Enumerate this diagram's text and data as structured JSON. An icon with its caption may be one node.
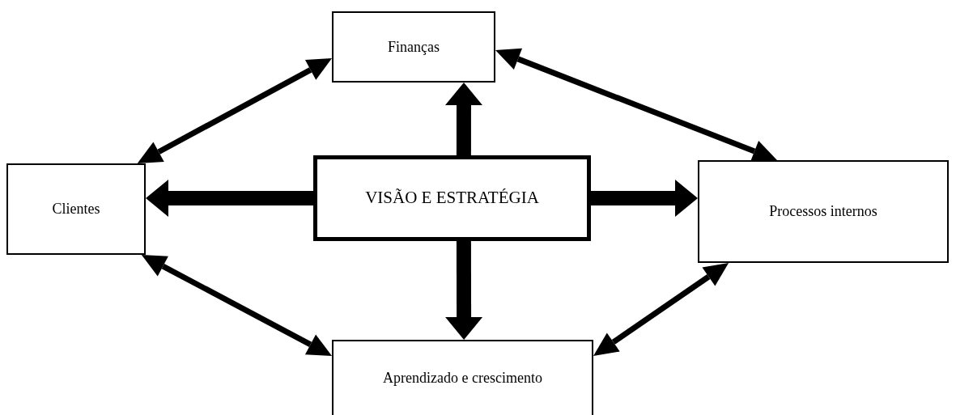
{
  "diagram": {
    "nodes": [
      {
        "text": [
          "Finanças"
        ]
      },
      {
        "text": [
          "Clientes"
        ]
      },
      {
        "text": [
          "VISÃO E ESTRATÉGIA"
        ]
      },
      {
        "text": [
          "Processos internos"
        ]
      },
      {
        "text": [
          "Aprendizado e crescimento"
        ]
      }
    ],
    "edges": [
      {
        "from": 2,
        "to": 0,
        "arrow": "to",
        "style": "thick"
      },
      {
        "from": 2,
        "to": 1,
        "arrow": "to",
        "style": "thick"
      },
      {
        "from": 2,
        "to": 3,
        "arrow": "to",
        "style": "thick"
      },
      {
        "from": 2,
        "to": 4,
        "arrow": "to",
        "style": "thick"
      },
      {
        "from": 0,
        "to": 1,
        "arrow": "both"
      },
      {
        "from": 0,
        "to": 3,
        "arrow": "both"
      },
      {
        "from": 1,
        "to": 4,
        "arrow": "both"
      },
      {
        "from": 3,
        "to": 4,
        "arrow": "both"
      }
    ]
  }
}
